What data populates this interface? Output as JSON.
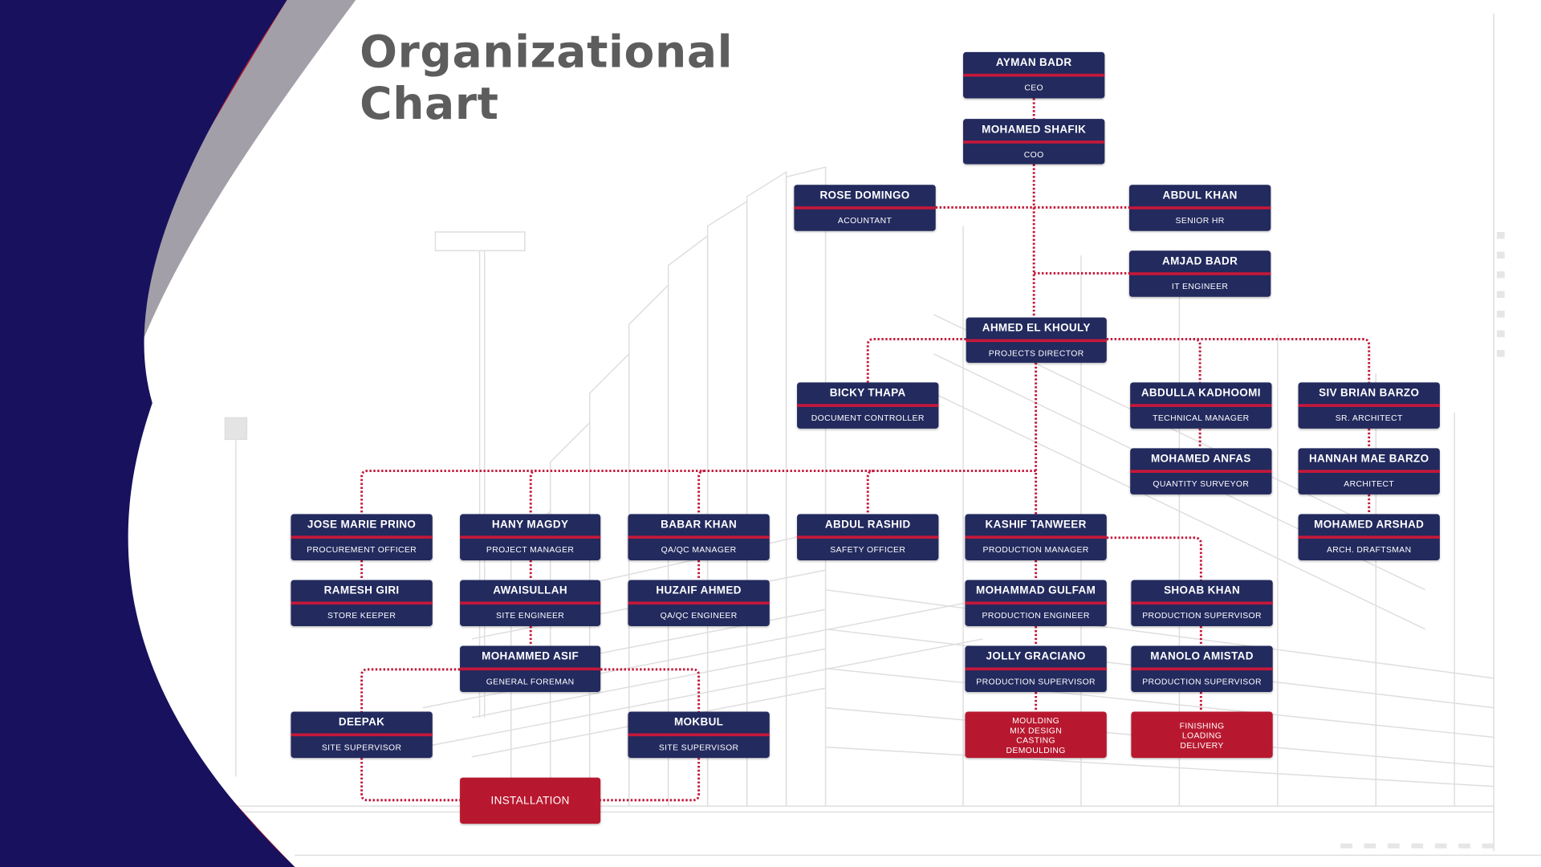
{
  "title_line1": "Organizational",
  "title_line2": "Chart",
  "colors": {
    "navy": "#222a5e",
    "accent_red": "#c4183a",
    "swoosh_navy": "#17115e",
    "swoosh_grey": "#a39fa8",
    "swoosh_red": "#b0172f",
    "title_grey": "#5d5d5d"
  },
  "nodes": {
    "ayman_badr": {
      "name": "AYMAN BADR",
      "role": "CEO"
    },
    "mohamed_shafik": {
      "name": "MOHAMED SHAFIK",
      "role": "COO"
    },
    "rose_domingo": {
      "name": "ROSE DOMINGO",
      "role": "ACOUNTANT"
    },
    "abdul_khan": {
      "name": "ABDUL KHAN",
      "role": "SENIOR HR"
    },
    "amjad_badr": {
      "name": "AMJAD BADR",
      "role": "IT ENGINEER"
    },
    "ahmed_el_khouly": {
      "name": "AHMED EL KHOULY",
      "role": "PROJECTS DIRECTOR"
    },
    "bicky_thapa": {
      "name": "BICKY THAPA",
      "role": "DOCUMENT CONTROLLER"
    },
    "abdulla_kadhoomi": {
      "name": "ABDULLA KADHOOMI",
      "role": "TECHNICAL MANAGER"
    },
    "siv_brian_barzo": {
      "name": "SIV BRIAN BARZO",
      "role": "SR. ARCHITECT"
    },
    "mohamed_anfas": {
      "name": "MOHAMED ANFAS",
      "role": "QUANTITY SURVEYOR"
    },
    "hannah_mae_barzo": {
      "name": "HANNAH MAE BARZO",
      "role": "ARCHITECT"
    },
    "jose_marie_prino": {
      "name": "JOSE MARIE PRINO",
      "role": "PROCUREMENT OFFICER"
    },
    "hany_magdy": {
      "name": "HANY MAGDY",
      "role": "PROJECT MANAGER"
    },
    "babar_khan": {
      "name": "BABAR KHAN",
      "role": "QA/QC MANAGER"
    },
    "abdul_rashid": {
      "name": "ABDUL RASHID",
      "role": "SAFETY OFFICER"
    },
    "kashif_tanweer": {
      "name": "KASHIF TANWEER",
      "role": "PRODUCTION MANAGER"
    },
    "mohamed_arshad": {
      "name": "MOHAMED ARSHAD",
      "role": "ARCH. DRAFTSMAN"
    },
    "ramesh_giri": {
      "name": "RAMESH GIRI",
      "role": "STORE KEEPER"
    },
    "awaisullah": {
      "name": "AWAISULLAH",
      "role": "SITE ENGINEER"
    },
    "huzaif_ahmed": {
      "name": "HUZAIF AHMED",
      "role": "QA/QC ENGINEER"
    },
    "mohammad_gulfam": {
      "name": "MOHAMMAD GULFAM",
      "role": "PRODUCTION ENGINEER"
    },
    "shoab_khan": {
      "name": "SHOAB KHAN",
      "role": "PRODUCTION SUPERVISOR"
    },
    "mohammed_asif": {
      "name": "MOHAMMED ASIF",
      "role": "GENERAL FOREMAN"
    },
    "jolly_graciano": {
      "name": "JOLLY GRACIANO",
      "role": "PRODUCTION SUPERVISOR"
    },
    "manolo_amistad": {
      "name": "MANOLO AMISTAD",
      "role": "PRODUCTION SUPERVISOR"
    },
    "deepak": {
      "name": "DEEPAK",
      "role": "SITE SUPERVISOR"
    },
    "mokbul": {
      "name": "MOKBUL",
      "role": "SITE SUPERVISOR"
    }
  },
  "tasks": {
    "moulding": [
      "MOULDING",
      "MIX DESIGN",
      "CASTING",
      "DEMOULDING"
    ],
    "finishing": [
      "FINISHING",
      "LOADING",
      "DELIVERY"
    ],
    "installation": [
      "INSTALLATION"
    ]
  }
}
